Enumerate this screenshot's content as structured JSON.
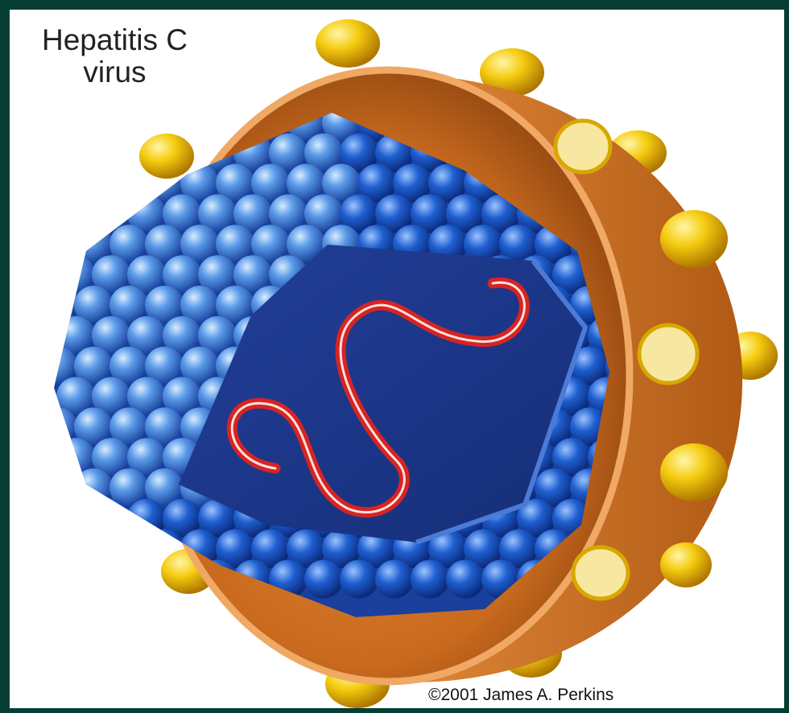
{
  "illustration": {
    "title_line1": "Hepatitis C",
    "title_line2": "virus",
    "credit": "©2001 James A. Perkins",
    "colors": {
      "page_border": "#053d33",
      "background": "#ffffff",
      "envelope": "#c96a1e",
      "envelope_rim": "#f0a865",
      "spikes": "#f2c200",
      "capsid": "#2e6fd6",
      "genome_panel": "#1c3a8c",
      "rna": "#e0302c"
    }
  }
}
